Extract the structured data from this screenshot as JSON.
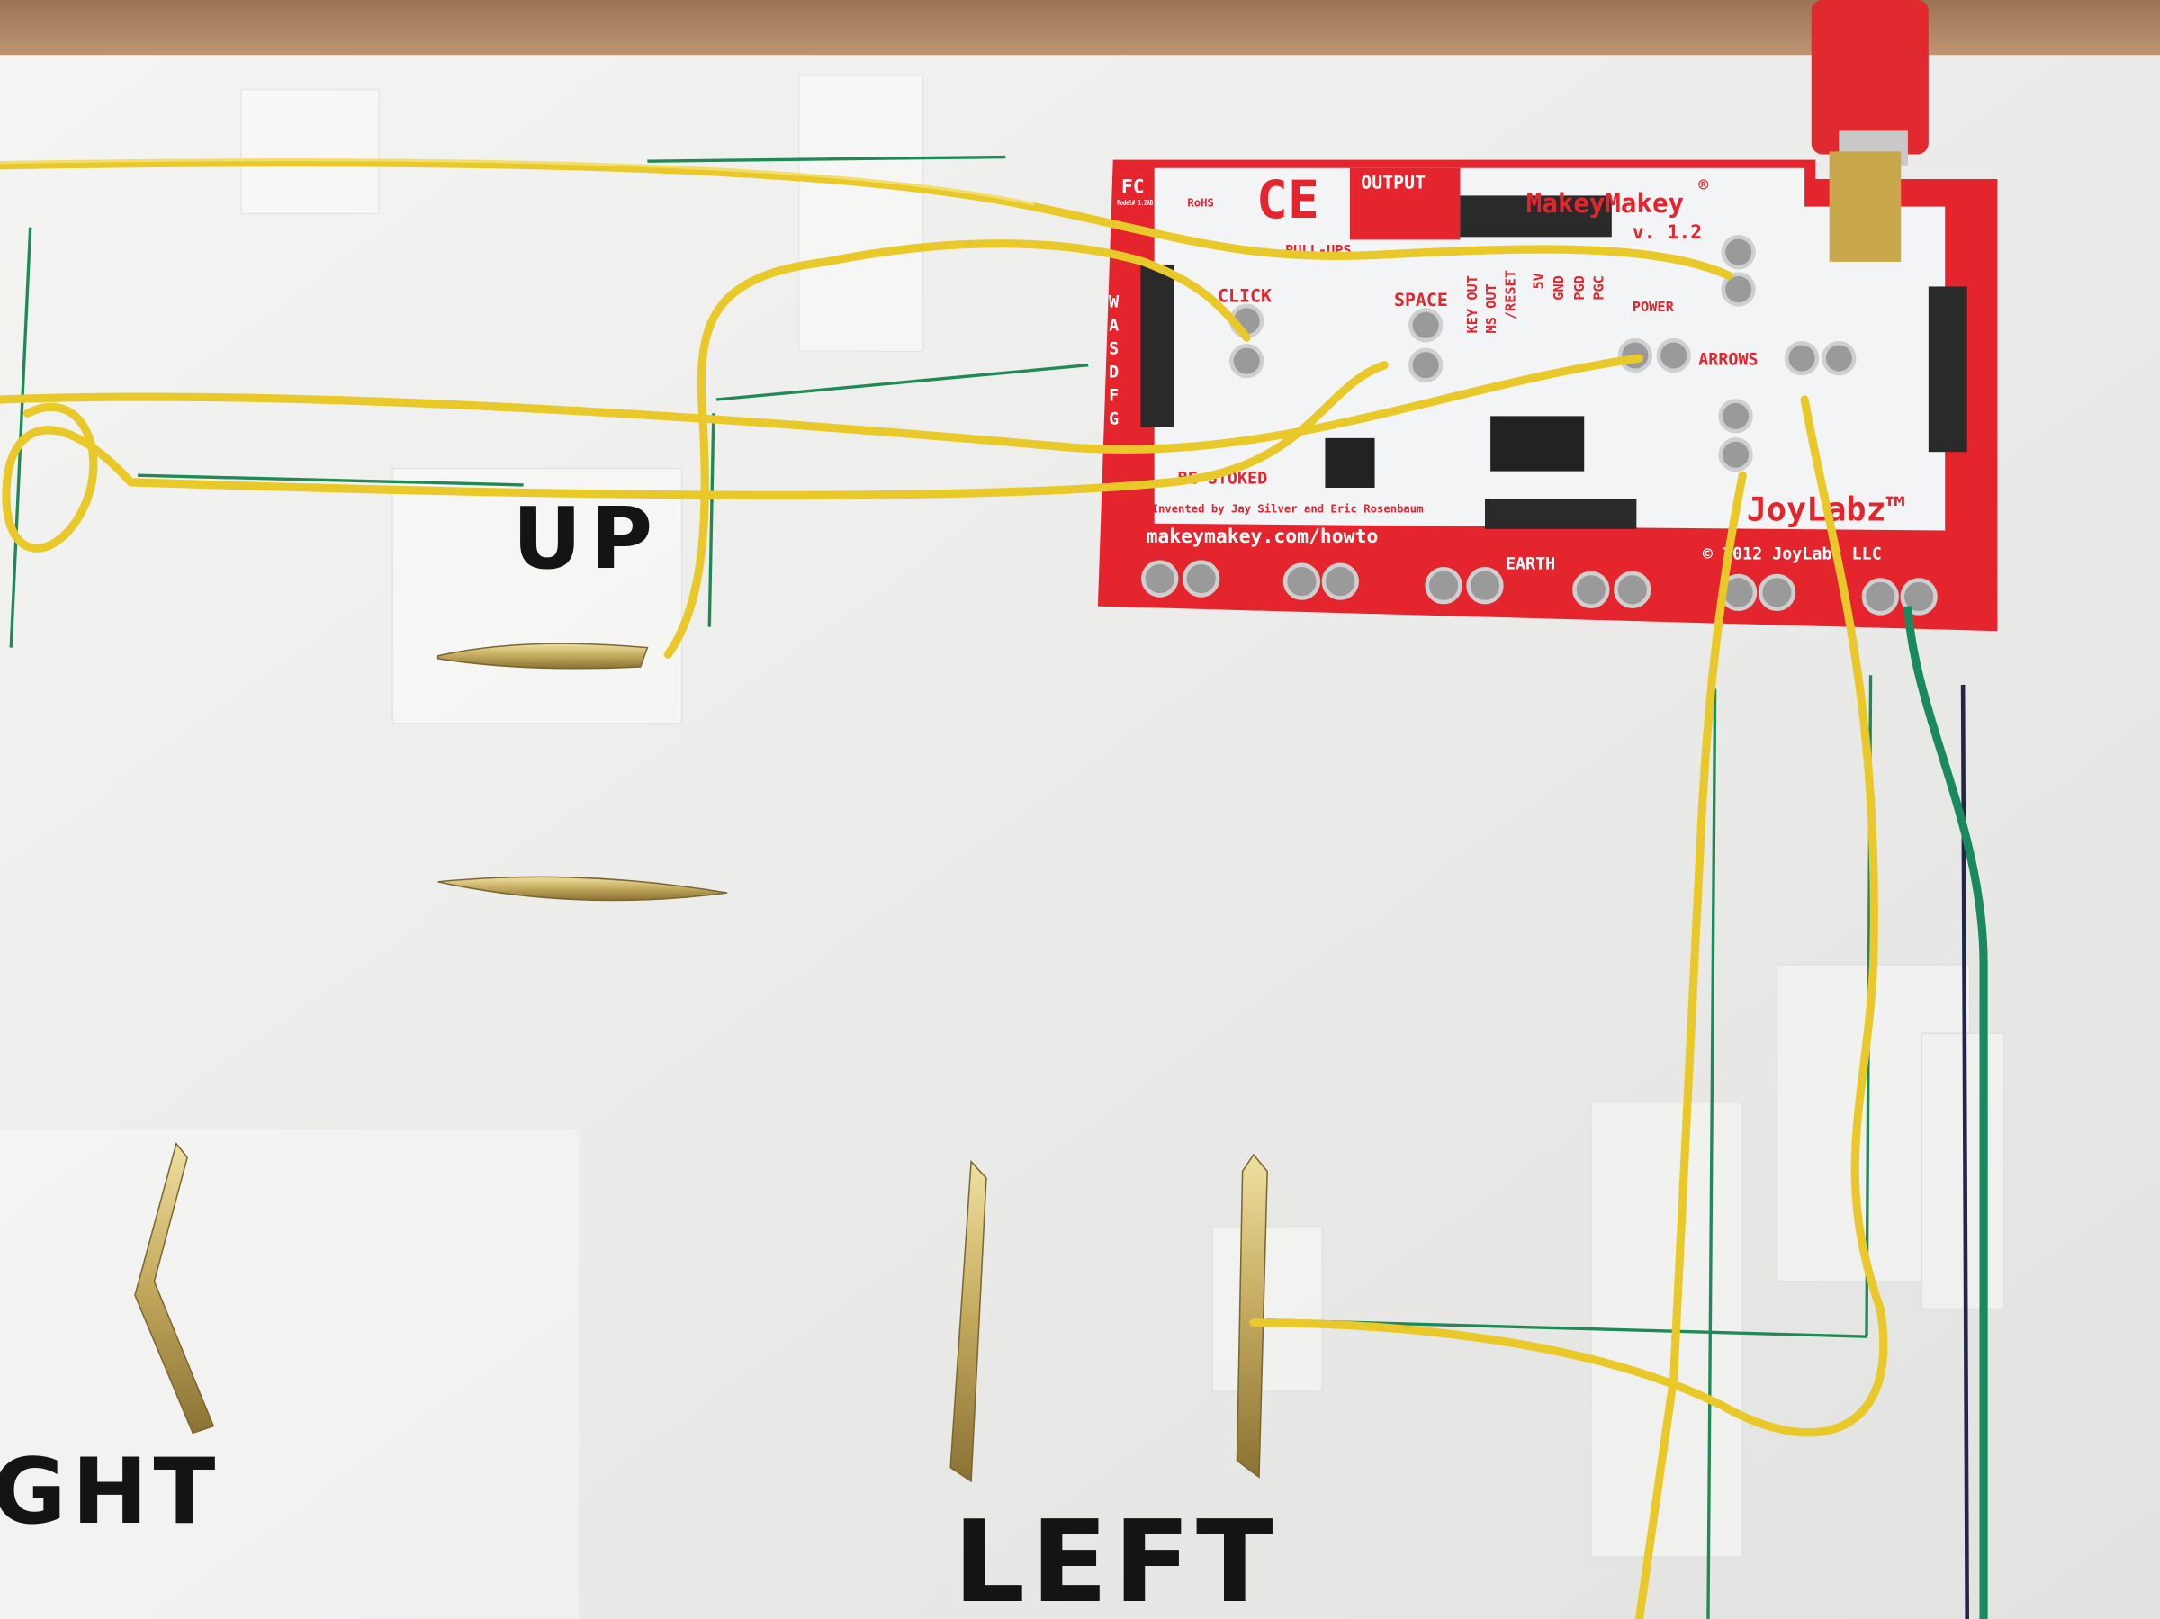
{
  "scene": {
    "colors": {
      "board_red": "#e5252e",
      "board_white": "#f3f4f6",
      "wire_yellow": "#e9c92a",
      "wire_green": "#1a8a5e",
      "brass": "#c9b26a",
      "whiteboard": "#eeedeb",
      "wood": "#b08866"
    },
    "handwritten_labels": {
      "up": "UP",
      "left": "LEFT",
      "right_partial": "GHT"
    },
    "board": {
      "output": "OUTPUT",
      "brand": "MakeyMakey",
      "registered": "®",
      "version": "v. 1.2",
      "pull_ups": "PULL-UPS",
      "click": "CLICK",
      "space": "SPACE",
      "pins": [
        "KEY OUT",
        "MS OUT",
        "/RESET",
        "5V",
        "GND",
        "PGD",
        "PGC"
      ],
      "power": "POWER",
      "arrows": "ARROWS",
      "wasdfg": [
        "W",
        "A",
        "S",
        "D",
        "F",
        "G"
      ],
      "be_stoked": "BE STOKED",
      "invented_by": "Invented by Jay Silver and Eric Rosenbaum",
      "url": "makeymakey.com/howto",
      "earth": "EARTH",
      "joylabz": "JoyLabz™",
      "copyright": "© 2012 JoyLabz LLC",
      "fcc": "FC",
      "fcc_model": "Model# 1.2AB",
      "rohs": "RoHS",
      "ce": "CE"
    }
  }
}
